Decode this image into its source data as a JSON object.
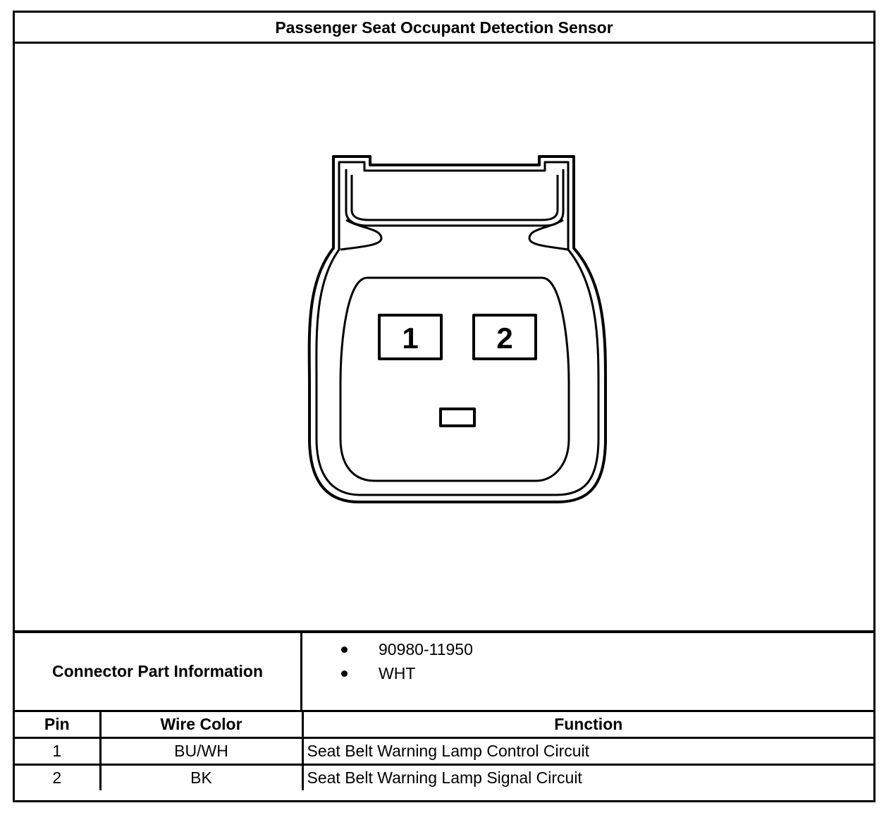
{
  "title": "Passenger Seat Occupant Detection Sensor",
  "connector": {
    "cavities": [
      "1",
      "2"
    ]
  },
  "connector_info": {
    "label": "Connector Part Information",
    "items": [
      "90980-11950",
      "WHT"
    ]
  },
  "pin_table": {
    "headers": {
      "pin": "Pin",
      "wire_color": "Wire Color",
      "function": "Function"
    },
    "rows": [
      {
        "pin": "1",
        "wire_color": "BU/WH",
        "function": "Seat Belt Warning Lamp Control Circuit"
      },
      {
        "pin": "2",
        "wire_color": "BK",
        "function": "Seat Belt Warning Lamp Signal Circuit"
      }
    ]
  }
}
